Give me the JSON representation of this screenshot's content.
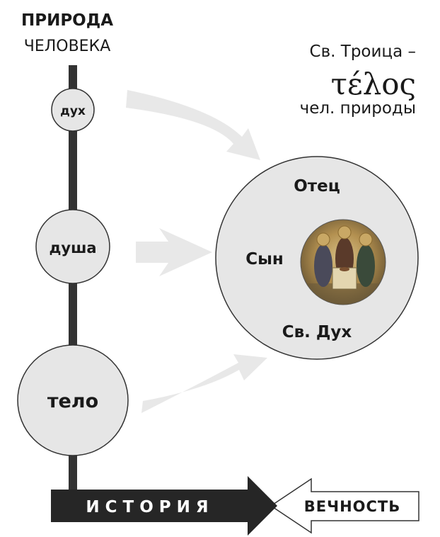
{
  "heading": {
    "line1": "ПРИРОДА",
    "line2": "ЧЕЛОВЕКА"
  },
  "telos": {
    "line1": "Св. Троица –",
    "greek": "τέλος",
    "line3": "чел. природы"
  },
  "levels": [
    {
      "label": "дух"
    },
    {
      "label": "душа"
    },
    {
      "label": "тело"
    }
  ],
  "trinity": {
    "father": "Отец",
    "son": "Сын",
    "spirit": "Св. Дух"
  },
  "timeline": {
    "history": "ИСТОРИЯ",
    "eternity": "ВЕЧНОСТЬ"
  },
  "colors": {
    "line": "#333333",
    "circle_fill": "#e6e6e6",
    "arrow_fill": "#e8e8e8",
    "history_fill": "#262626",
    "icon_gold": "#b8963f"
  }
}
